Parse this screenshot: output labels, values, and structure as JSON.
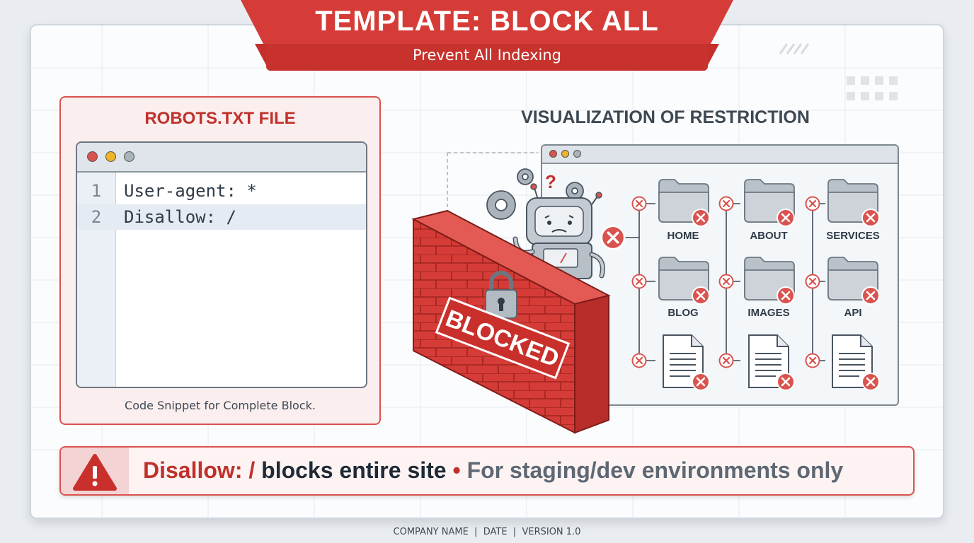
{
  "header": {
    "title": "TEMPLATE: BLOCK ALL",
    "subtitle": "Prevent All Indexing"
  },
  "robots_panel": {
    "title": "ROBOTS.TXT FILE",
    "code_lines": [
      {
        "number": "1",
        "text": "User-agent: *"
      },
      {
        "number": "2",
        "text": "Disallow: /"
      }
    ],
    "caption": "Code Snippet for Complete Block."
  },
  "visualization": {
    "title": "VISUALIZATION OF RESTRICTION",
    "wall_label": "BLOCKED",
    "robot_mark": "?",
    "folders": [
      "HOME",
      "ABOUT",
      "SERVICES",
      "BLOG",
      "IMAGES",
      "API"
    ]
  },
  "warning": {
    "part1": "Disallow: /",
    "part2": " blocks entire site",
    "separator": " • ",
    "part3": "For staging/dev environments only"
  },
  "footer": {
    "company": "COMPANY NAME",
    "date": "DATE",
    "version": "VERSION 1.0",
    "separator": "  |  "
  },
  "colors": {
    "accent_red": "#d9534f",
    "dark_red": "#c0312b",
    "brick": "#d63c37",
    "folder_gray": "#c4cbd2"
  }
}
